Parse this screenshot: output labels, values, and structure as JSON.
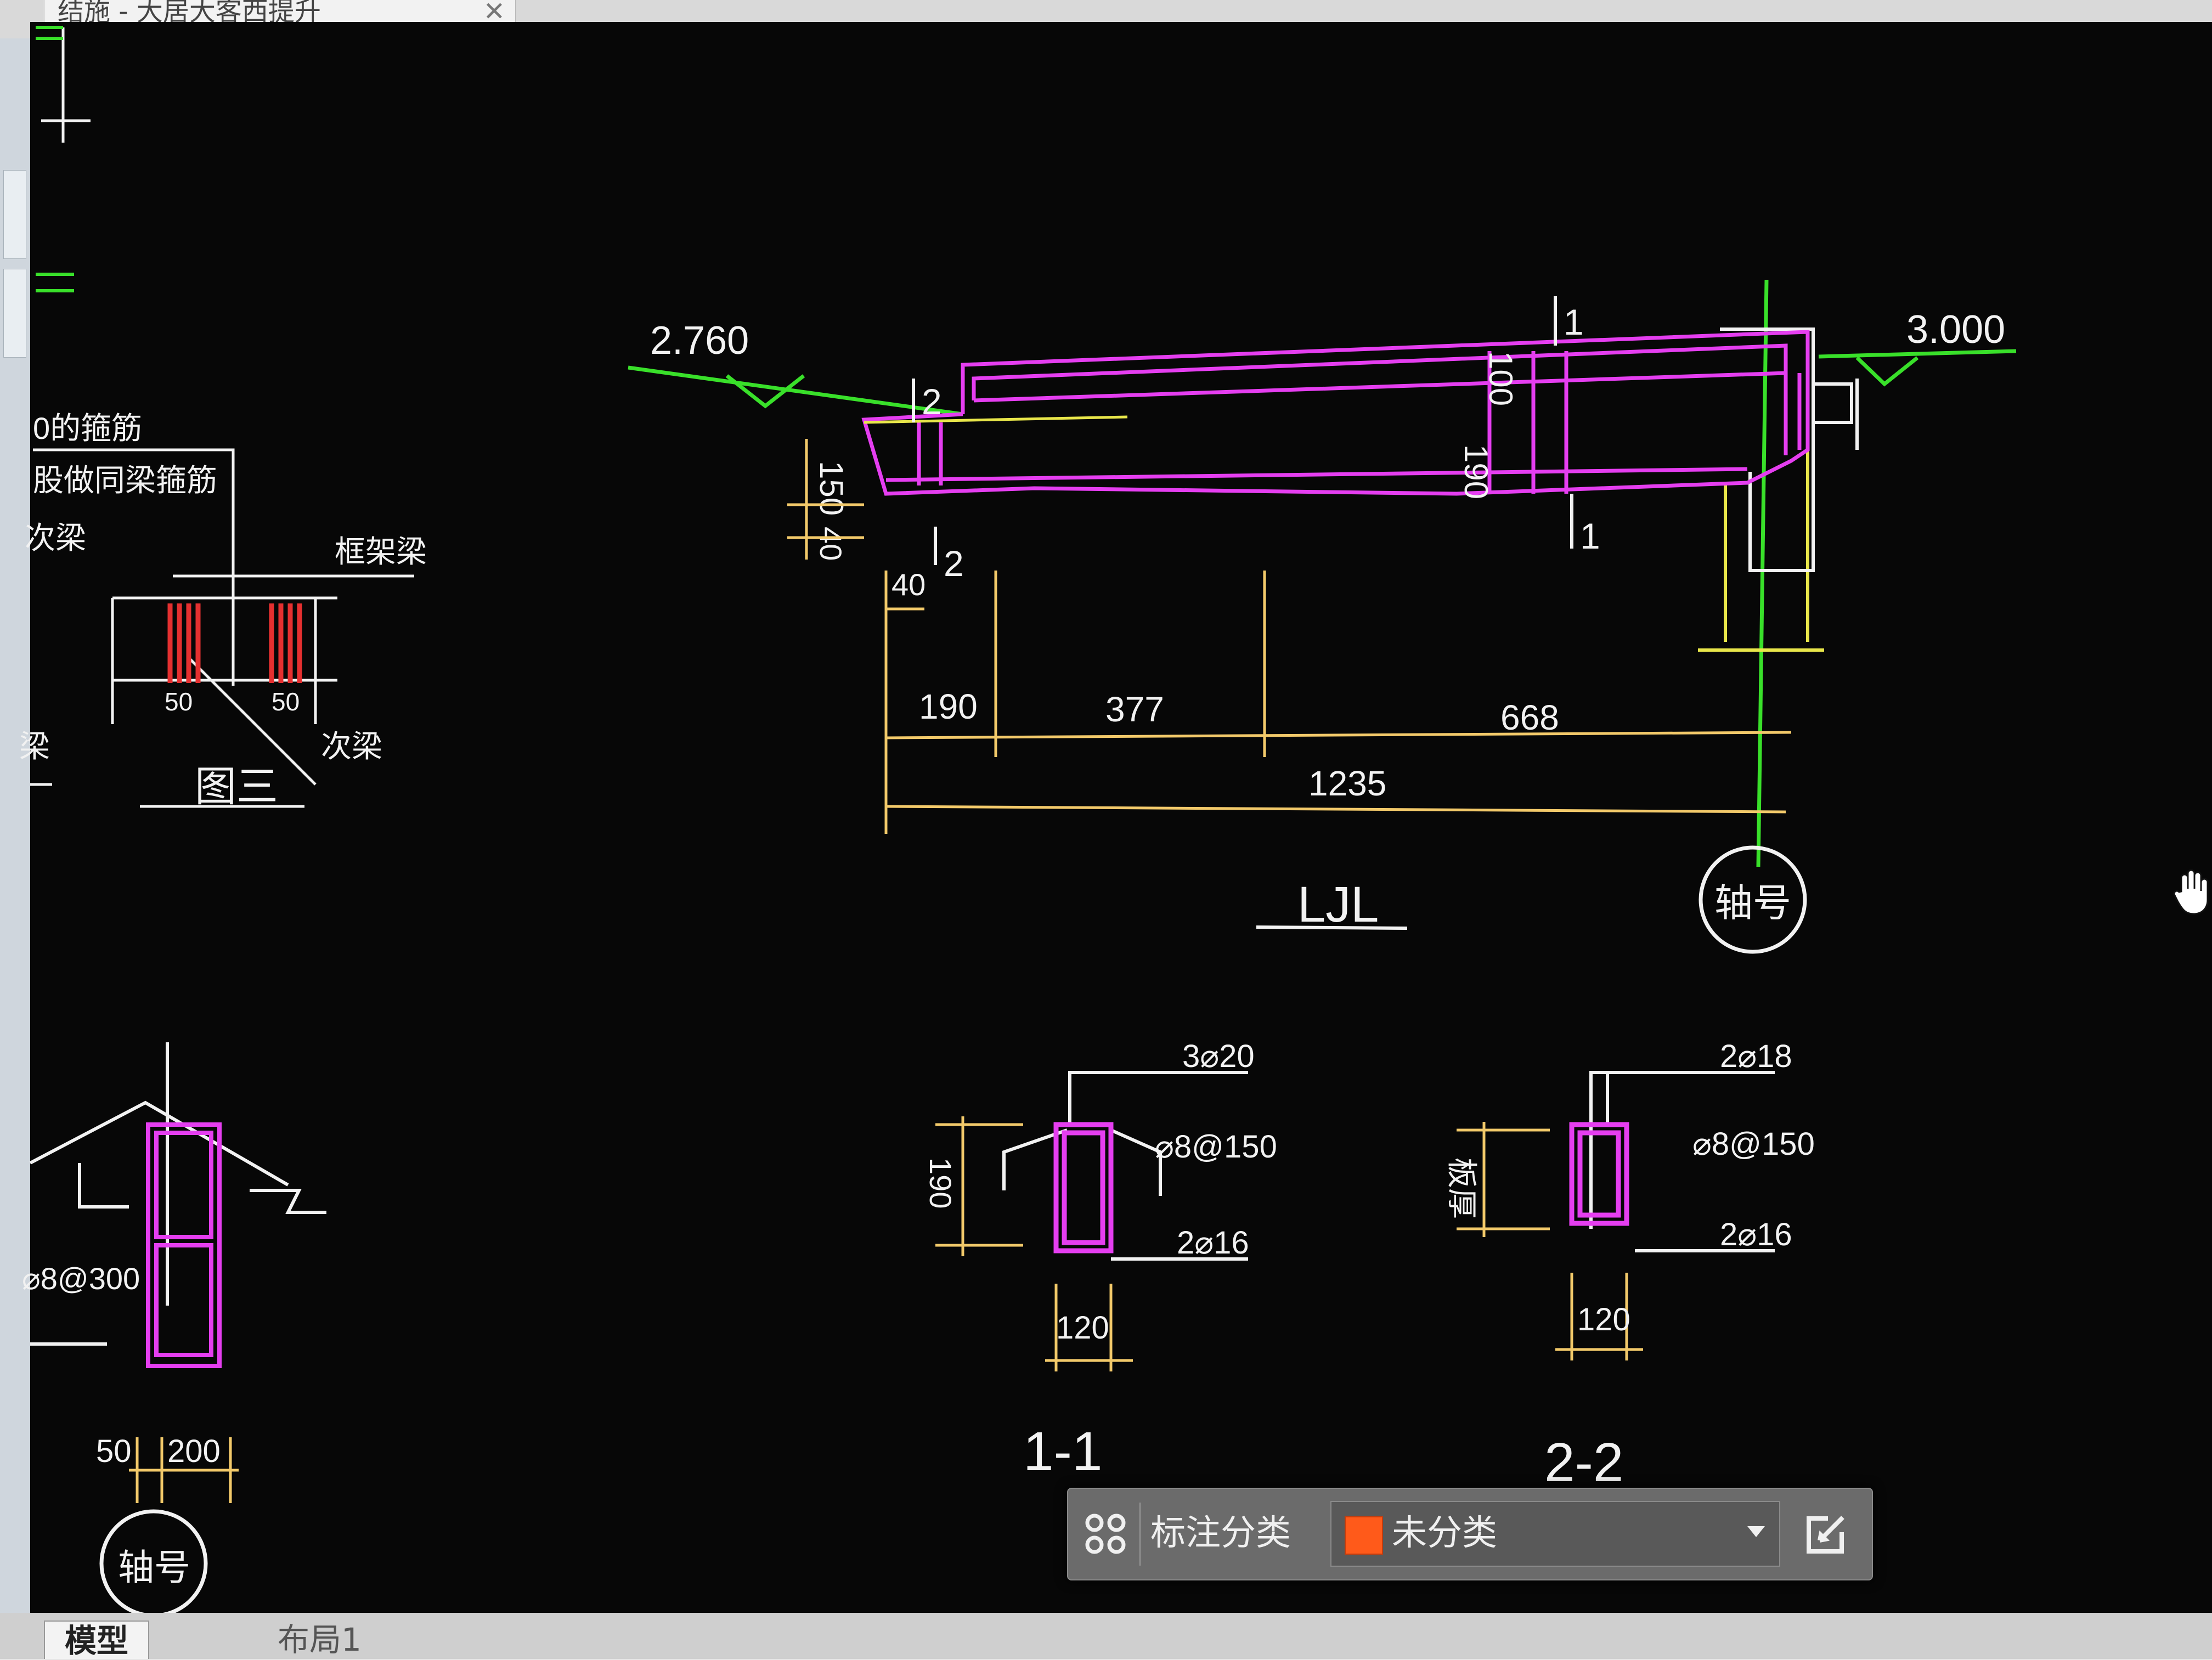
{
  "window": {
    "tab_title": "结施 - 大居大客西提升",
    "tab_close": "✕"
  },
  "drawing": {
    "elevations": {
      "left": "2.760",
      "right": "3.000"
    },
    "section_marks": {
      "top_1": "1",
      "bottom_1": "1",
      "top_2": "2",
      "bottom_2": "2"
    },
    "dims_vertical": {
      "d100": "100",
      "d190": "190",
      "d150": "150",
      "d40": "40"
    },
    "dims_horizontal": {
      "d40": "40",
      "d190": "190",
      "d377": "377",
      "d668": "668",
      "d1235": "1235"
    },
    "title_main": "LJL",
    "axis_label": "轴号",
    "axis_label_bottom": "轴号",
    "section_1_1": {
      "title": "1-1",
      "top_bar": "3⌀20",
      "stirrup": "⌀8@150",
      "bottom_bar": "2⌀16",
      "height": "190",
      "width": "120"
    },
    "section_2_2": {
      "title": "2-2",
      "top_bar": "2⌀18",
      "stirrup": "⌀8@150",
      "bottom_bar": "2⌀16",
      "height": "板厚",
      "width": "120"
    },
    "figure_3": {
      "title": "图三",
      "note_1": "0的箍筋",
      "note_2": "股做同梁箍筋",
      "label_frame_beam": "框架梁",
      "label_secondary": "次梁",
      "label_left_beam": "次梁",
      "label_left_2": "梁",
      "dim_left": "50",
      "dim_right": "50"
    },
    "left_detail": {
      "stirrup": "⌀8@300",
      "dim_a": "50",
      "dim_b": "200"
    }
  },
  "annotation_bar": {
    "label": "标注分类",
    "category_value": "未分类",
    "category_color": "#ff5a1a",
    "icons": [
      "grid-icon",
      "edit-icon",
      "chevron-down-icon"
    ]
  },
  "layout_tabs": {
    "model": "模型",
    "layout1": "布局1"
  },
  "colors": {
    "canvas_bg": "#070707",
    "beam_outline": "#e53ef0",
    "dimension": "#f2c96a",
    "elevation_line": "#39e02a",
    "column": "#e8e64a",
    "text": "#f2f2f2"
  }
}
